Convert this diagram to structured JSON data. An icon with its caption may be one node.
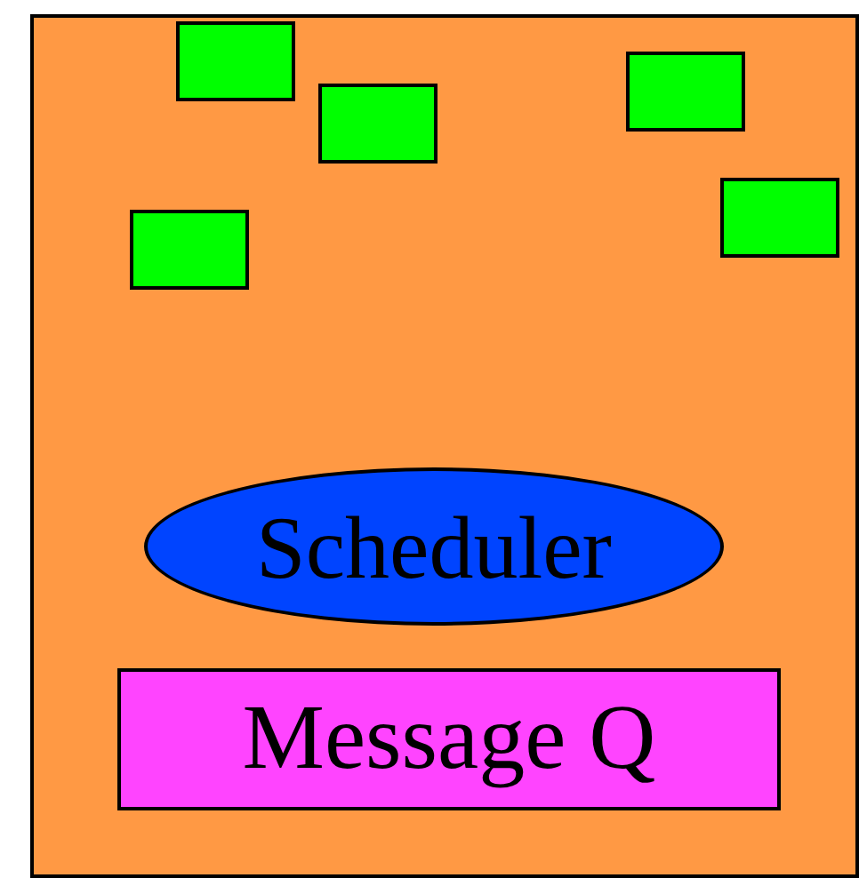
{
  "diagram": {
    "nodes": [
      {
        "text": [],
        "shape": "box"
      },
      {
        "text": [],
        "shape": "box",
        "in": 0
      },
      {
        "text": [],
        "shape": "box",
        "in": 0
      },
      {
        "text": [],
        "shape": "box",
        "in": 0
      },
      {
        "text": [],
        "shape": "box",
        "in": 0
      },
      {
        "text": [],
        "shape": "box",
        "in": 0
      },
      {
        "text": [
          "Scheduler"
        ],
        "in": 0
      },
      {
        "text": [
          "Message Q"
        ],
        "in": 0
      }
    ]
  }
}
